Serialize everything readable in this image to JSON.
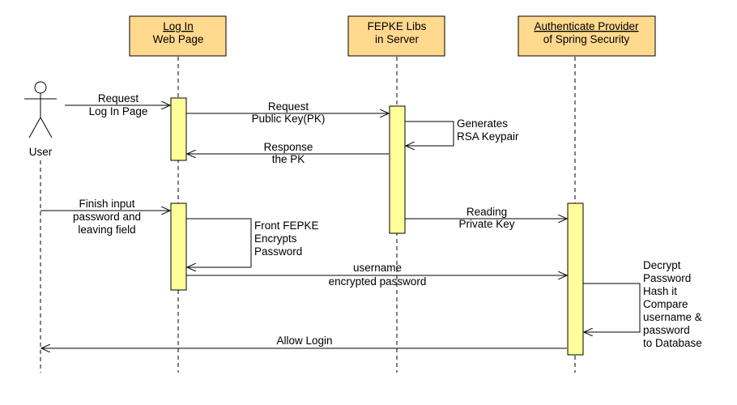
{
  "participants": [
    {
      "id": "user",
      "label": "User"
    },
    {
      "id": "login",
      "line1": "Log In",
      "line2": "Web Page"
    },
    {
      "id": "fepke",
      "line1": "FEPKE Libs",
      "line2": "in Server"
    },
    {
      "id": "auth",
      "line1": "Authenticate Provider",
      "line2": "of Spring Security"
    }
  ],
  "messages": [
    {
      "lines": [
        "Request",
        "Log In Page"
      ]
    },
    {
      "lines": [
        "Request",
        "Public Key(PK)"
      ]
    },
    {
      "lines": [
        "Generates",
        "RSA Keypair"
      ]
    },
    {
      "lines": [
        "Response",
        "the PK"
      ]
    },
    {
      "lines": [
        "Finish input",
        "password and",
        "leaving field"
      ]
    },
    {
      "lines": [
        "Reading",
        "Private Key"
      ]
    },
    {
      "lines": [
        "Front FEPKE",
        "Encrypts",
        "Password"
      ]
    },
    {
      "lines": [
        "username",
        "encrypted password"
      ]
    },
    {
      "lines": [
        "Decrypt",
        "Password",
        "Hash it",
        "Compare",
        "username &",
        "password",
        "to Database"
      ]
    },
    {
      "lines": [
        "Allow Login"
      ]
    }
  ],
  "colors": {
    "participant_box": "#ffd98e",
    "activation": "#ffff99",
    "line": "#000000"
  }
}
